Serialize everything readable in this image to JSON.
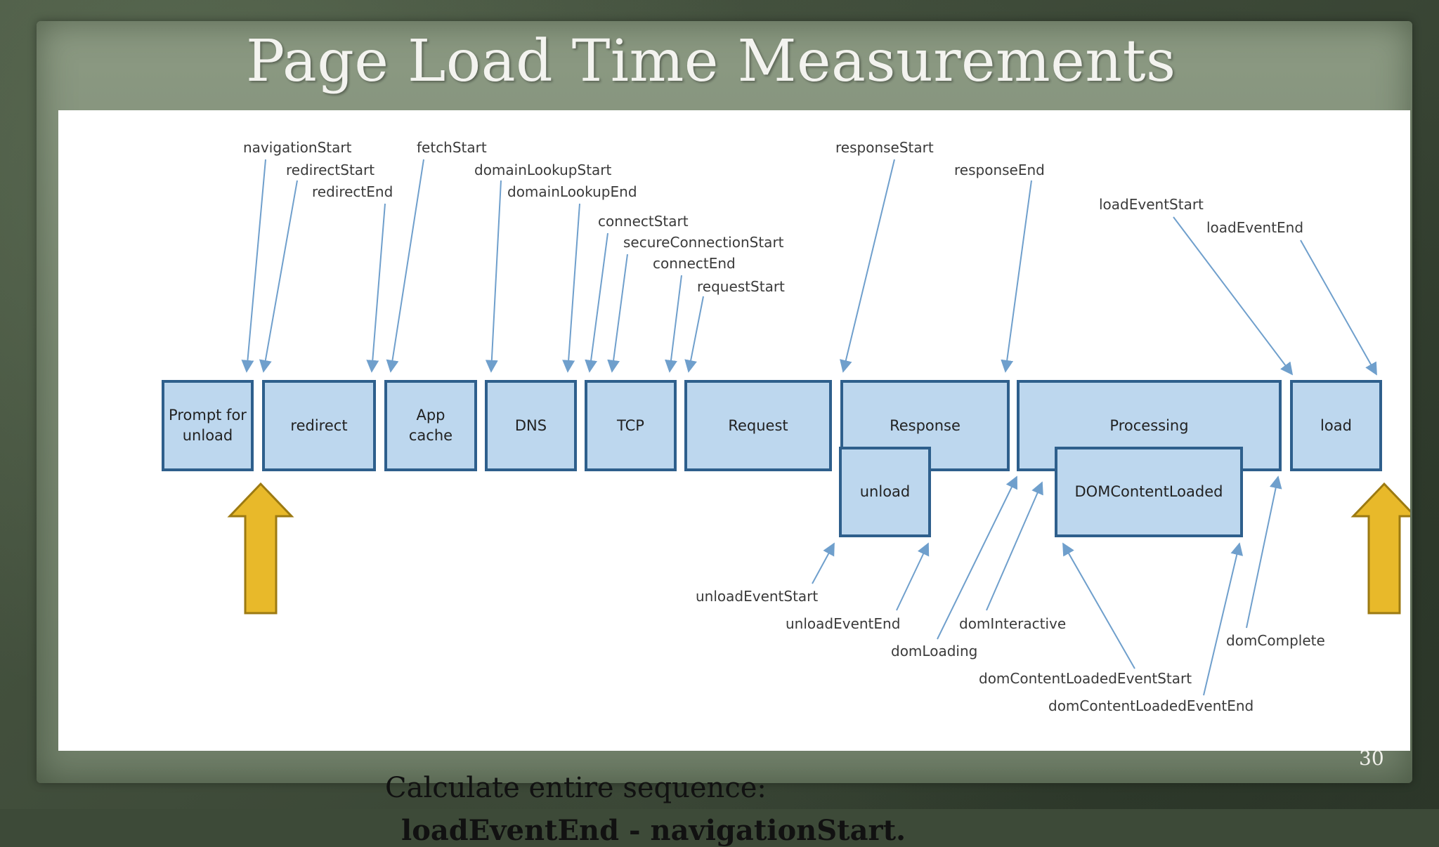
{
  "slide": {
    "title": "Page Load Time Measurements",
    "page_number": "30"
  },
  "diagram": {
    "boxes": [
      {
        "id": "prompt-for-unload",
        "label": "Prompt for\nunload"
      },
      {
        "id": "redirect",
        "label": "redirect"
      },
      {
        "id": "app-cache",
        "label": "App\ncache"
      },
      {
        "id": "dns",
        "label": "DNS"
      },
      {
        "id": "tcp",
        "label": "TCP"
      },
      {
        "id": "request",
        "label": "Request"
      },
      {
        "id": "response",
        "label": "Response"
      },
      {
        "id": "processing",
        "label": "Processing"
      },
      {
        "id": "load",
        "label": "load"
      },
      {
        "id": "unload",
        "label": "unload"
      },
      {
        "id": "domcontentloaded",
        "label": "DOMContentLoaded"
      }
    ],
    "events": [
      {
        "id": "navigation-start",
        "label": "navigationStart"
      },
      {
        "id": "redirect-start",
        "label": "redirectStart"
      },
      {
        "id": "redirect-end",
        "label": "redirectEnd"
      },
      {
        "id": "fetch-start",
        "label": "fetchStart"
      },
      {
        "id": "domain-lookup-start",
        "label": "domainLookupStart"
      },
      {
        "id": "domain-lookup-end",
        "label": "domainLookupEnd"
      },
      {
        "id": "connect-start",
        "label": "connectStart"
      },
      {
        "id": "secure-connection-start",
        "label": "secureConnectionStart"
      },
      {
        "id": "connect-end",
        "label": "connectEnd"
      },
      {
        "id": "request-start",
        "label": "requestStart"
      },
      {
        "id": "response-start",
        "label": "responseStart"
      },
      {
        "id": "response-end",
        "label": "responseEnd"
      },
      {
        "id": "load-event-start",
        "label": "loadEventStart"
      },
      {
        "id": "load-event-end",
        "label": "loadEventEnd"
      },
      {
        "id": "unload-event-start",
        "label": "unloadEventStart"
      },
      {
        "id": "unload-event-end",
        "label": "unloadEventEnd"
      },
      {
        "id": "dom-loading",
        "label": "domLoading"
      },
      {
        "id": "dom-interactive",
        "label": "domInteractive"
      },
      {
        "id": "dom-content-loaded-event-start",
        "label": "domContentLoadedEventStart"
      },
      {
        "id": "dom-content-loaded-event-end",
        "label": "domContentLoadedEventEnd"
      },
      {
        "id": "dom-complete",
        "label": "domComplete"
      }
    ]
  },
  "formula": {
    "line1": "Calculate entire sequence:",
    "line2": "loadEventEnd - navigationStart."
  },
  "colors": {
    "box_fill": "#bdd7ee",
    "box_border": "#2e5f8c",
    "pointer_line": "#6f9fcc",
    "marker_arrow_fill": "#e8b92a",
    "marker_arrow_stroke": "#9c7a12"
  }
}
